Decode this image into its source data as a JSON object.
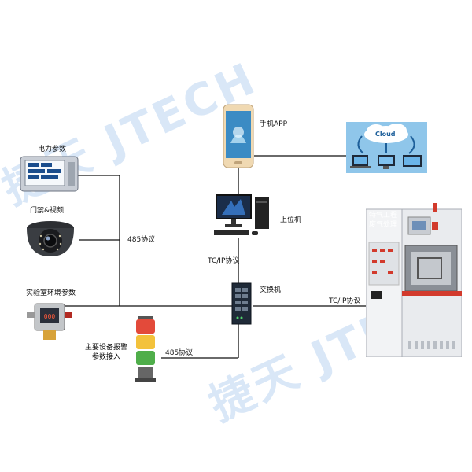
{
  "watermark": {
    "text": "捷天 JTECH"
  },
  "nodes": {
    "power_meter": {
      "label": "电力参数"
    },
    "camera": {
      "label": "门禁&视频"
    },
    "env_sensor": {
      "label": "实验室环境参数"
    },
    "alarm_light": {
      "label": "主要设备报警\n参数接入"
    },
    "phone": {
      "label": "手机APP"
    },
    "cloud": {
      "label": "Cloud"
    },
    "host_pc": {
      "label": "上位机"
    },
    "switch": {
      "label": "交换机"
    },
    "cabinet": {
      "label": "特气工程\n废气处理"
    }
  },
  "links": {
    "rs485_left": "485协议",
    "tcpip_pc": "TC/IP协议",
    "tcpip_cabinet": "TC/IP协议",
    "rs485_alarm": "485协议"
  },
  "colors": {
    "line": "#111111",
    "cloud_bg": "#8fc6ea",
    "cabinet_body": "#e9ebee",
    "accent_red": "#d23a2c",
    "monitor": "#1a2d4a"
  }
}
